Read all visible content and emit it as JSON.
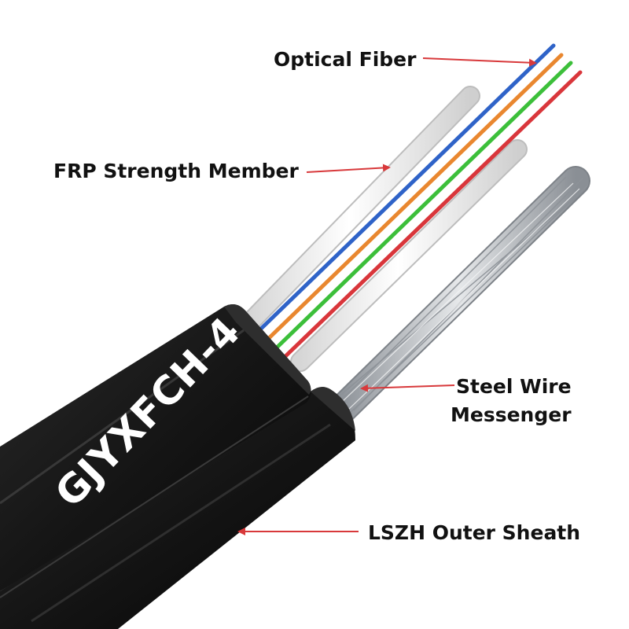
{
  "cable_marking": "GJYXFCH-4",
  "labels": {
    "optical_fiber": "Optical Fiber",
    "frp_member": "FRP Strength Member",
    "steel_wire_line1": "Steel Wire",
    "steel_wire_line2": "Messenger",
    "outer_sheath": "LSZH Outer Sheath"
  },
  "colors": {
    "arrow": "#d8393b",
    "sheath": "#1a1a1a",
    "fiber_blue": "#2f63c8",
    "fiber_orange": "#e9872f",
    "fiber_green": "#3cbf3a",
    "fiber_red": "#d9363b",
    "frp_rod": "#f2f2f2",
    "steel_wire": "#b9bdc2"
  },
  "icons": [
    "red-callout-arrow"
  ]
}
